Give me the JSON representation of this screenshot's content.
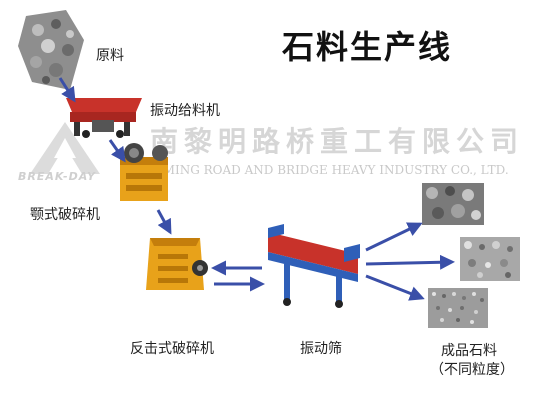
{
  "title": "石料生产线",
  "watermark": {
    "company_cn": "南黎明路桥重工有限公司",
    "company_en": "LIMING ROAD AND BRIDGE HEAVY INDUSTRY CO., LTD.",
    "logo_text": "BREAK-DAY"
  },
  "stages": {
    "raw": "原料",
    "feeder": "振动给料机",
    "jaw": "颚式破碎机",
    "impact": "反击式破碎机",
    "screen": "振动筛",
    "product_line1": "成品石料",
    "product_line2": "（不同粒度）"
  },
  "colors": {
    "arrow": "#3a4fa8",
    "feeder_red": "#c8322a",
    "jaw_yellow": "#e8a21a",
    "screen_blue": "#2f5fb8"
  }
}
